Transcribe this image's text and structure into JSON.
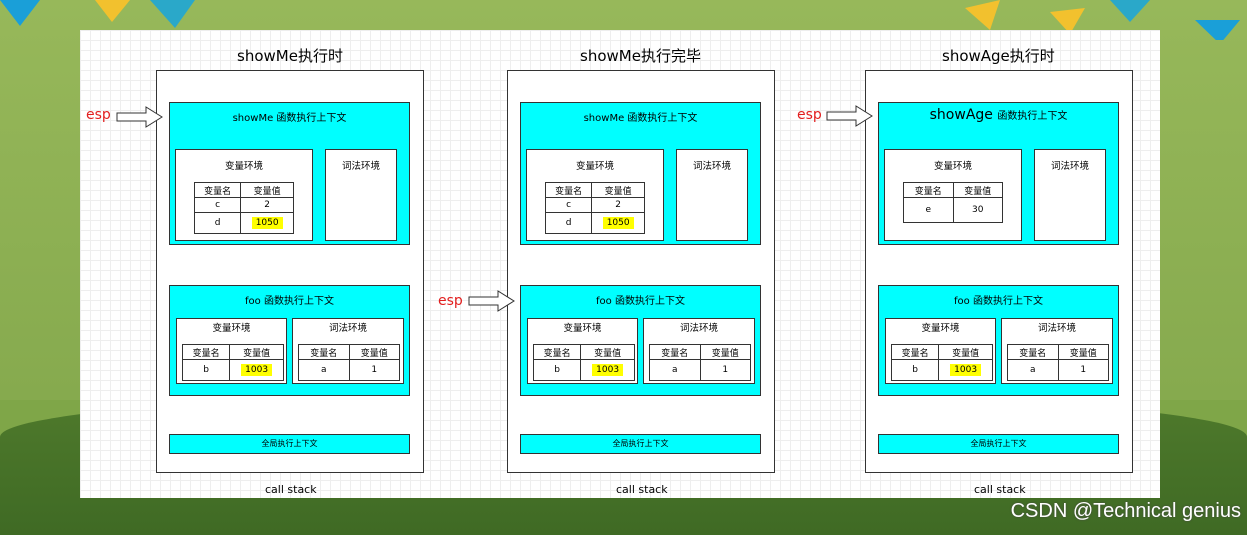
{
  "common": {
    "var_name_header": "变量名",
    "var_value_header": "变量值",
    "var_env": "变量环境",
    "lex_env": "词法环境",
    "ctx_suffix": "函数执行上下文",
    "global_ctx": "全局执行上下文",
    "call_stack": "call stack",
    "esp": "esp"
  },
  "panels": [
    {
      "title": "showMe执行时",
      "top_ctx": {
        "name": "showMe ",
        "vars": [
          {
            "name": "c",
            "value": "2"
          },
          {
            "name": "d",
            "value": "1050"
          }
        ]
      },
      "foo_ctx": {
        "name": "foo ",
        "var": {
          "name": "b",
          "value": "1003"
        },
        "lex": {
          "name": "a",
          "value": "1"
        }
      }
    },
    {
      "title": "showMe执行完毕",
      "top_ctx": {
        "name": "showMe ",
        "vars": [
          {
            "name": "c",
            "value": "2"
          },
          {
            "name": "d",
            "value": "1050"
          }
        ]
      },
      "foo_ctx": {
        "name": "foo ",
        "var": {
          "name": "b",
          "value": "1003"
        },
        "lex": {
          "name": "a",
          "value": "1"
        }
      }
    },
    {
      "title": "showAge执行时",
      "top_ctx": {
        "name": "showAge ",
        "vars": [
          {
            "name": "e",
            "value": "30"
          }
        ]
      },
      "foo_ctx": {
        "name": "foo ",
        "var": {
          "name": "b",
          "value": "1003"
        },
        "lex": {
          "name": "a",
          "value": "1"
        }
      }
    }
  ],
  "watermark": "CSDN @Technical genius",
  "colors": {
    "context": "#00ffff",
    "highlight": "#ffff00",
    "esp": "#e21e1e"
  }
}
